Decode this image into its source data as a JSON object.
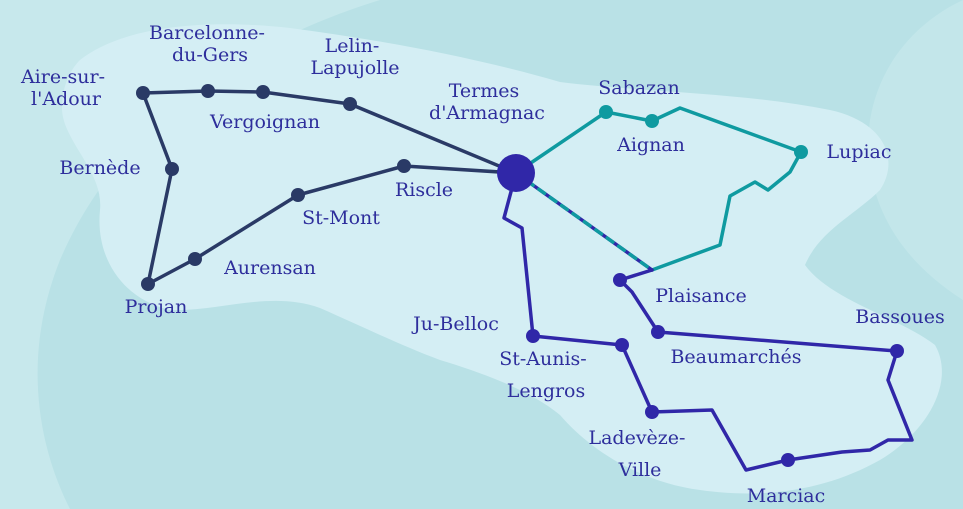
{
  "colors": {
    "background": "#b9e1e6",
    "region": "#d4eef4",
    "label": "#2e2e9c",
    "route_navy": "#2a3a66",
    "route_teal": "#0f9aa0",
    "route_indigo": "#3027a8",
    "hub": "#3027a8"
  },
  "map": {
    "towns": {
      "aire_sur_ladour": [
        "Aire-sur-",
        "l'Adour"
      ],
      "barcelonne_du_gers": [
        "Barcelonne-",
        "du-Gers"
      ],
      "vergoignan": [
        "Vergoignan"
      ],
      "lelin_lapujolle": [
        "Lelin-",
        "Lapujolle"
      ],
      "termes_darmagnac": [
        "Termes",
        "d'Armagnac"
      ],
      "bernede": [
        "Bernède"
      ],
      "riscle": [
        "Riscle"
      ],
      "st_mont": [
        "St-Mont"
      ],
      "aurensan": [
        "Aurensan"
      ],
      "projan": [
        "Projan"
      ],
      "sabazan": [
        "Sabazan"
      ],
      "aignan": [
        "Aignan"
      ],
      "lupiac": [
        "Lupiac"
      ],
      "plaisance": [
        "Plaisance"
      ],
      "bassoues": [
        "Bassoues"
      ],
      "beaumarches": [
        "Beaumarchés"
      ],
      "ju_belloc": [
        "Ju-Belloc"
      ],
      "st_aunis_lengros": [
        "St-Aunis-",
        "Lengros"
      ],
      "ladeveze_ville": [
        "Ladevèze-",
        "Ville"
      ],
      "marciac": [
        "Marciac"
      ]
    }
  }
}
